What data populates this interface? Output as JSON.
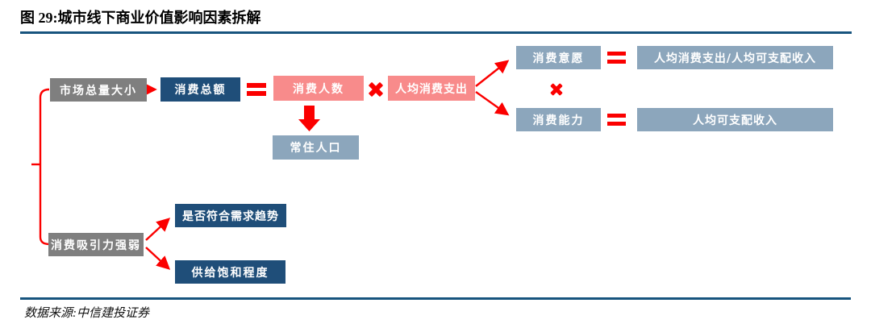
{
  "figure": {
    "title": "图 29:城市线下商业价值影响因素拆解",
    "source": "数据来源:中信建投证券"
  },
  "nodes": {
    "market_total": "市场总量大小",
    "consumption_total": "消费总额",
    "consumer_count": "消费人数",
    "per_capita_spending": "人均消费支出",
    "resident_population": "常住人口",
    "consumption_willingness": "消费意愿",
    "willingness_formula": "人均消费支出/人均可支配收入",
    "consumption_ability": "消费能力",
    "ability_formula": "人均可支配收入",
    "attraction_strength": "消费吸引力强弱",
    "demand_trend_fit": "是否符合需求趋势",
    "supply_saturation": "供给饱和程度"
  },
  "operators": {
    "equals": "=",
    "multiply": "×"
  },
  "colors": {
    "navy_box": "#1F4E79",
    "gray_box": "#7F7F7F",
    "pink_box": "#F88B8B",
    "bluegray_box": "#8CA6BC",
    "connector_red": "#FB0000",
    "rule_blue": "#17547E"
  }
}
